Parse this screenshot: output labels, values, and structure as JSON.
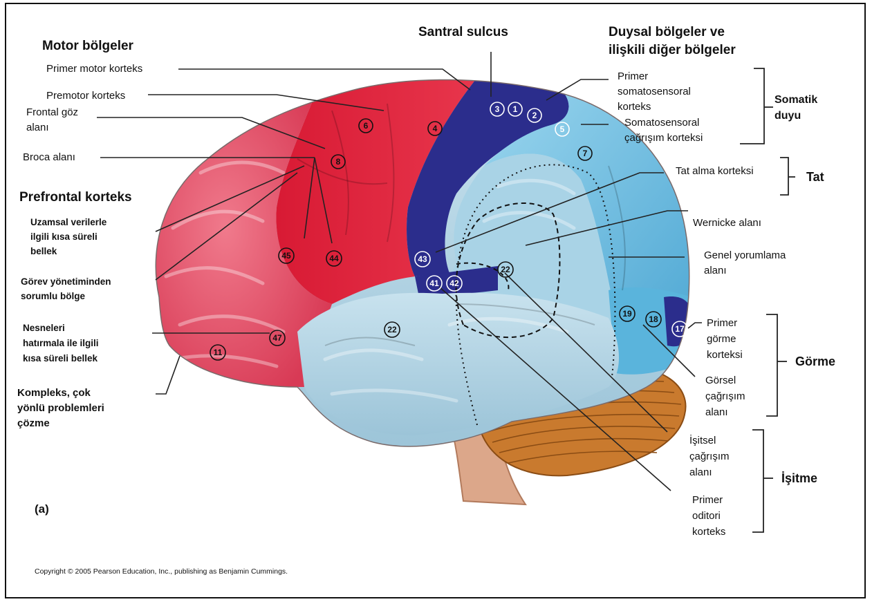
{
  "headings": {
    "motor": "Motor bölgeler",
    "central": "Santral sulcus",
    "sensory_line1": "Duysal bölgeler ve",
    "sensory_line2": "ilişkili diğer bölgeler",
    "prefrontal": "Prefrontal korteks"
  },
  "left_labels": {
    "primary_motor": "Primer motor korteks",
    "premotor": "Premotor korteks",
    "frontal_eye_1": "Frontal göz",
    "frontal_eye_2": "alanı",
    "broca": "Broca alanı"
  },
  "prefrontal_labels": {
    "spatial_1": "Uzamsal verilerle",
    "spatial_2": "ilgili kısa süreli",
    "spatial_3": "bellek",
    "task_1": "Görev yönetiminden",
    "task_2": "sorumlu bölge",
    "object_1": "Nesneleri",
    "object_2": "hatırmala ile ilgili",
    "object_3": "kısa süreli bellek",
    "complex_1": "Kompleks, çok",
    "complex_2": "yönlü problemleri",
    "complex_3": "çözme"
  },
  "right_labels": {
    "primary_somato_1": "Primer",
    "primary_somato_2": "somatosensoral",
    "primary_somato_3": "korteks",
    "somato_assoc_1": "Somatosensoral",
    "somato_assoc_2": "çağrışım korteksi",
    "gustatory": "Tat alma korteksi",
    "wernicke": "Wernicke alanı",
    "general_1": "Genel yorumlama",
    "general_2": "alanı",
    "primary_visual_1": "Primer",
    "primary_visual_2": "görme",
    "primary_visual_3": "korteksi",
    "visual_assoc_1": "Görsel",
    "visual_assoc_2": "çağrışım",
    "visual_assoc_3": "alanı",
    "auditory_assoc_1": "İşitsel",
    "auditory_assoc_2": "çağrışım",
    "auditory_assoc_3": "alanı",
    "primary_auditory_1": "Primer",
    "primary_auditory_2": "oditori",
    "primary_auditory_3": "korteks"
  },
  "groups": {
    "somatic_1": "Somatik",
    "somatic_2": "duyu",
    "taste": "Tat",
    "vision": "Görme",
    "hearing": "İşitme"
  },
  "panel_label": "(a)",
  "copyright": "Copyright © 2005 Pearson Education, Inc., publishing as Benjamin Cummings.",
  "brodmann_areas": [
    "3",
    "1",
    "2",
    "5",
    "7",
    "6",
    "4",
    "8",
    "45",
    "44",
    "43",
    "41",
    "42",
    "22",
    "22",
    "47",
    "11",
    "19",
    "18",
    "17"
  ],
  "colors": {
    "prefrontal": "#e8566f",
    "motor": "#e0223a",
    "central_strip": "#2b2d8c",
    "somato_assoc": "#72c3e3",
    "temporal": "#b9d9e7",
    "cerebellum": "#c97a2e",
    "brainstem": "#d9a98a"
  }
}
